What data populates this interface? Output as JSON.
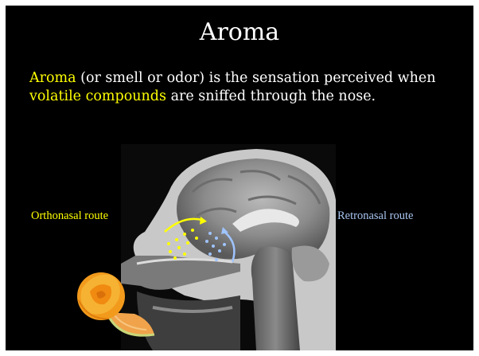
{
  "slide": {
    "title": "Aroma",
    "body": {
      "term": "Aroma",
      "text1": " (or smell or odor) is the sensation perceived when ",
      "highlight": "volatile compounds",
      "text2": " are sniffed through the nose."
    },
    "figure": {
      "left_label": "Orthonasal route",
      "right_label": "Retronasal route",
      "left_label_color": "#ffff00",
      "right_label_color": "#a9c5f0",
      "image_semantic": "mri-sagittal-head-scan",
      "fruit_semantic": "orange-rose-and-melon-slice"
    },
    "colors": {
      "background": "#000000",
      "text": "#ffffff",
      "highlight": "#ffff00"
    }
  }
}
